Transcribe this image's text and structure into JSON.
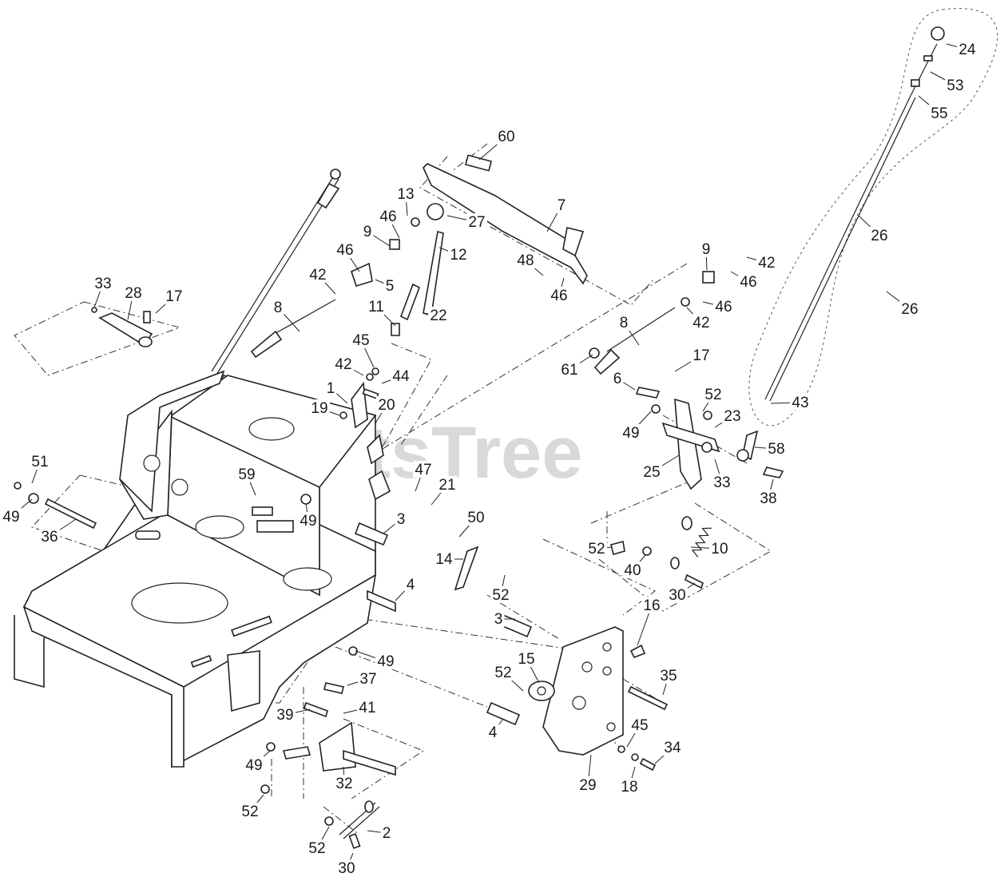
{
  "watermark": {
    "text": "PartsTree",
    "mark": "™"
  },
  "callouts": [
    {
      "text": "60"
    },
    {
      "text": "13"
    },
    {
      "text": "46"
    },
    {
      "text": "27"
    },
    {
      "text": "7"
    },
    {
      "text": "9"
    },
    {
      "text": "12"
    },
    {
      "text": "46"
    },
    {
      "text": "48"
    },
    {
      "text": "46"
    },
    {
      "text": "42"
    },
    {
      "text": "5"
    },
    {
      "text": "8"
    },
    {
      "text": "11"
    },
    {
      "text": "22"
    },
    {
      "text": "33"
    },
    {
      "text": "28"
    },
    {
      "text": "17"
    },
    {
      "text": "45"
    },
    {
      "text": "42"
    },
    {
      "text": "44"
    },
    {
      "text": "1"
    },
    {
      "text": "19"
    },
    {
      "text": "20"
    },
    {
      "text": "9"
    },
    {
      "text": "42"
    },
    {
      "text": "46"
    },
    {
      "text": "46"
    },
    {
      "text": "42"
    },
    {
      "text": "8"
    },
    {
      "text": "17"
    },
    {
      "text": "61"
    },
    {
      "text": "6"
    },
    {
      "text": "52"
    },
    {
      "text": "23"
    },
    {
      "text": "49"
    },
    {
      "text": "25"
    },
    {
      "text": "33"
    },
    {
      "text": "24"
    },
    {
      "text": "53"
    },
    {
      "text": "55"
    },
    {
      "text": "26"
    },
    {
      "text": "26"
    },
    {
      "text": "43"
    },
    {
      "text": "58"
    },
    {
      "text": "38"
    },
    {
      "text": "51"
    },
    {
      "text": "49"
    },
    {
      "text": "36"
    },
    {
      "text": "59"
    },
    {
      "text": "49"
    },
    {
      "text": "47"
    },
    {
      "text": "21"
    },
    {
      "text": "3"
    },
    {
      "text": "50"
    },
    {
      "text": "14"
    },
    {
      "text": "52"
    },
    {
      "text": "52"
    },
    {
      "text": "40"
    },
    {
      "text": "10"
    },
    {
      "text": "30"
    },
    {
      "text": "4"
    },
    {
      "text": "49"
    },
    {
      "text": "3"
    },
    {
      "text": "16"
    },
    {
      "text": "15"
    },
    {
      "text": "52"
    },
    {
      "text": "35"
    },
    {
      "text": "37"
    },
    {
      "text": "39"
    },
    {
      "text": "41"
    },
    {
      "text": "4"
    },
    {
      "text": "45"
    },
    {
      "text": "34"
    },
    {
      "text": "49"
    },
    {
      "text": "32"
    },
    {
      "text": "29"
    },
    {
      "text": "18"
    },
    {
      "text": "52"
    },
    {
      "text": "2"
    },
    {
      "text": "52"
    },
    {
      "text": "30"
    }
  ]
}
